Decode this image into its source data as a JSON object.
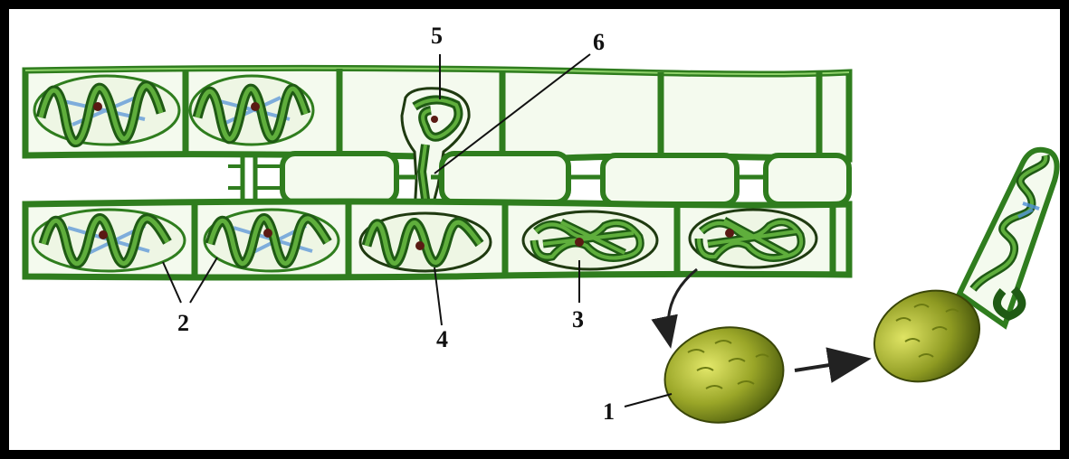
{
  "labels": {
    "l1": "1",
    "l2": "2",
    "l3": "3",
    "l4": "4",
    "l5": "5",
    "l6": "6"
  },
  "colors": {
    "frame": "#000000",
    "wall_dark": "#2f7d1e",
    "wall_light": "#8fd16a",
    "cell_fill": "#f4faee",
    "chloroplast": "#3d8f2a",
    "chloroplast_dark": "#1f5a14",
    "pyrenoid": "#cfe8b0",
    "nucleus": "#5a1a14",
    "cytoplasm_blue": "#4f8fd8",
    "zygote_light": "#d6de5a",
    "zygote_dark": "#4a5a0c",
    "arrow": "#222222"
  },
  "icons": [
    "curved-arrow-icon",
    "straight-arrow-icon"
  ]
}
